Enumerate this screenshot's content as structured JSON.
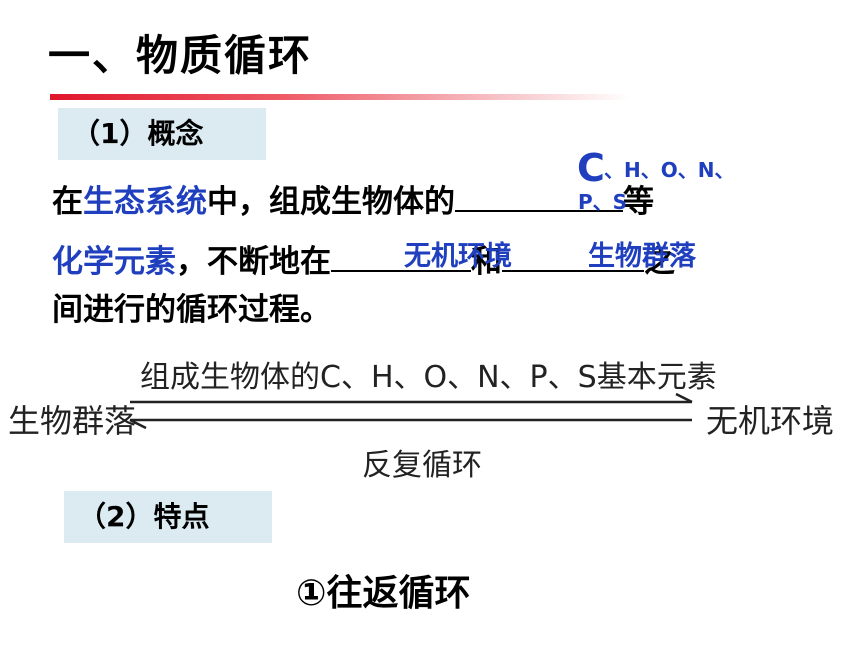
{
  "title": "一、物质循环",
  "concept": {
    "heading": "（1）概念",
    "line1_prefix": "在",
    "line1_blue1": "生态系统",
    "line1_mid": "中，组成生物体的",
    "line1_suffix": "等",
    "answer1_big": "C",
    "answer1_small": "、H、O、N、",
    "answer1_line2": "P、S",
    "line2_blue": "化学元素",
    "line2_mid": "，不断地在",
    "answer2": "无机环境",
    "line2_and": "和",
    "answer3": "生物群落",
    "line2_suffix": "之",
    "line3": "间进行的循环过程。"
  },
  "diagram": {
    "left": "生物群落",
    "right": "无机环境",
    "top": "组成生物体的C、H、O、N、P、S基本元素",
    "bottom": "反复循环"
  },
  "feature": {
    "heading": "（2）特点",
    "point1": "①往返循环"
  },
  "colors": {
    "accent_red": "#e0162b",
    "answer_blue": "#1f3fbf",
    "tag_bg": "#dcebf2"
  }
}
